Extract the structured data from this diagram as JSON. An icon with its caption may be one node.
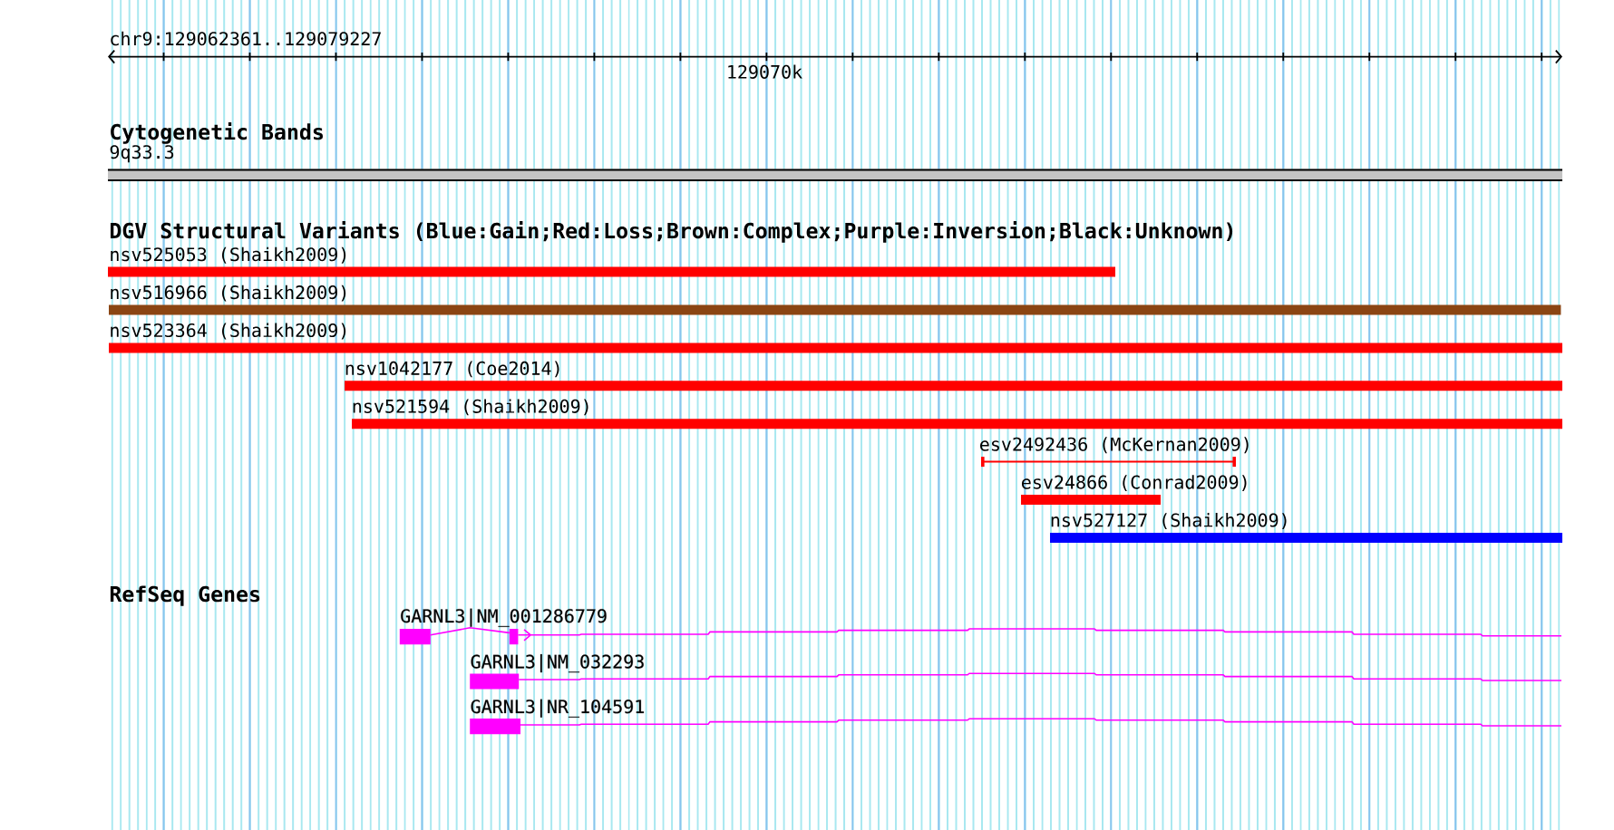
{
  "diagram": {
    "nodes": [
      {
        "text": [
          "9q33.3"
        ]
      },
      {
        "text": [
          "nsv525053 (Shaikh2009)"
        ]
      },
      {
        "text": [
          "nsv516966 (Shaikh2009)"
        ]
      },
      {
        "text": [
          "nsv523364 (Shaikh2009)"
        ]
      },
      {
        "text": [
          "nsv1042177 (Coe2014)"
        ]
      },
      {
        "text": [
          "nsv521594 (Shaikh2009)"
        ]
      },
      {
        "text": [
          "esv2492436 (McKernan2009)"
        ]
      },
      {
        "text": [
          "esv24866 (Conrad2009)"
        ]
      },
      {
        "text": [
          "nsv527127 (Shaikh2009)"
        ]
      },
      {
        "text": [
          "GARNL3|NM_001286779"
        ]
      },
      {
        "text": [
          "GARNL3|NM_032293"
        ]
      },
      {
        "text": [
          "GARNL3|NR_104591"
        ]
      }
    ],
    "labels": [
      "chr9:129062361..129079227",
      "129070k",
      "Cytogenetic Bands",
      "DGV Structural Variants (Blue:Gain;Red:Loss;Brown:Complex;Purple:Inversion;Black:Unknown)",
      "RefSeq Genes"
    ]
  }
}
